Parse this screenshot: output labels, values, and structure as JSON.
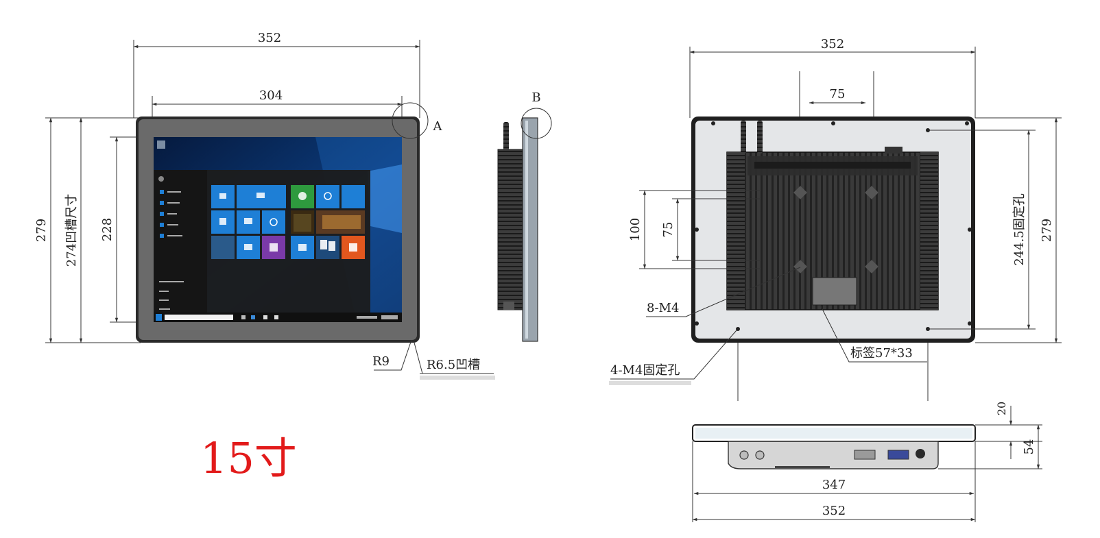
{
  "labels": {
    "size_title": "15寸",
    "detail_a": "A",
    "detail_b": "B",
    "radius_r9": "R9",
    "groove_r65": "R6.5凹槽",
    "mount_holes": "4-M4固定孔",
    "screw_holes": "8-M4",
    "label_size": "标签57*33",
    "hole_span_v": "244.5固定孔",
    "groove_size": "274凹槽尺寸"
  },
  "dimensions": {
    "front_width": "352",
    "front_inner_width": "304",
    "front_height": "279",
    "front_inner_height": "228",
    "back_width": "352",
    "vesa_h": "75",
    "vesa_outer_v": "100",
    "vesa_inner_v": "75",
    "back_height": "279",
    "bottom_depth1": "20",
    "bottom_depth2": "54",
    "bottom_inner_width": "347",
    "bottom_width": "352"
  },
  "colors": {
    "bezel": "#5a5a5a",
    "screen_bg": "#0a2a5a",
    "tile_blue": "#1e7fd6",
    "tile_green": "#2e9a3e",
    "tile_orange": "#e2571e",
    "tile_purple": "#7a3aa8",
    "title_red": "#e21a1a"
  }
}
